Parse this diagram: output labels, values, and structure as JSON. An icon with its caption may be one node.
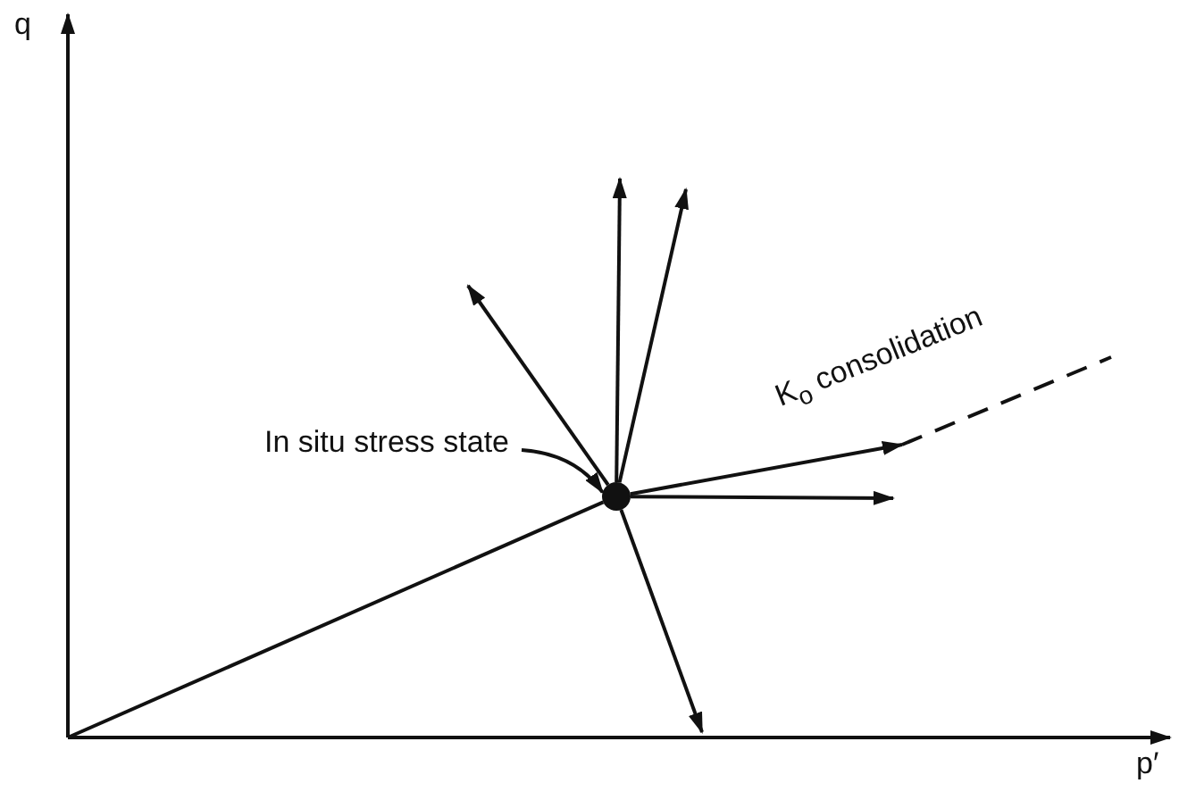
{
  "diagram": {
    "nodes": [
      {
        "text": [
          "In situ stress state"
        ]
      },
      {
        "text": [],
        "shape": "circle"
      }
    ],
    "edges": [
      {
        "from": 0,
        "to": 1,
        "arrow": "to"
      },
      {
        "from": null,
        "to": 1,
        "arrow": "none"
      },
      {
        "from": 1,
        "to": null,
        "arrow": "to"
      },
      {
        "from": 1,
        "to": null,
        "arrow": "to"
      },
      {
        "from": 1,
        "to": null,
        "arrow": "to"
      },
      {
        "from": 1,
        "to": null,
        "arrow": "to",
        "label": "K$_{o}$ consolidation"
      },
      {
        "from": 1,
        "to": null,
        "arrow": "to"
      },
      {
        "from": 1,
        "to": null,
        "arrow": "to"
      }
    ],
    "labels": [
      "q",
      "p′"
    ]
  }
}
